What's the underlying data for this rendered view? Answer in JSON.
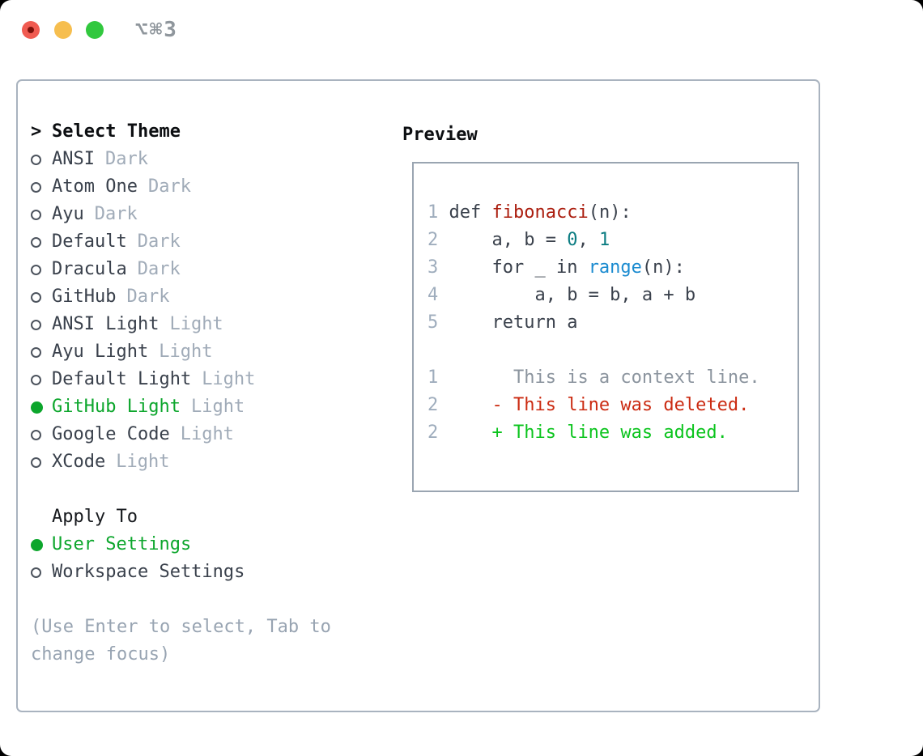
{
  "window": {
    "title": "⌥⌘3",
    "traffic_lights": [
      "close",
      "minimize",
      "zoom"
    ]
  },
  "theme_picker": {
    "prompt": ">",
    "header": "Select Theme",
    "items": [
      {
        "name": "ANSI",
        "variant": "Dark",
        "selected": false
      },
      {
        "name": "Atom One",
        "variant": "Dark",
        "selected": false
      },
      {
        "name": "Ayu",
        "variant": "Dark",
        "selected": false
      },
      {
        "name": "Default",
        "variant": "Dark",
        "selected": false
      },
      {
        "name": "Dracula",
        "variant": "Dark",
        "selected": false
      },
      {
        "name": "GitHub",
        "variant": "Dark",
        "selected": false
      },
      {
        "name": "ANSI Light",
        "variant": "Light",
        "selected": false
      },
      {
        "name": "Ayu Light",
        "variant": "Light",
        "selected": false
      },
      {
        "name": "Default Light",
        "variant": "Light",
        "selected": false
      },
      {
        "name": "GitHub Light",
        "variant": "Light",
        "selected": true
      },
      {
        "name": "Google Code",
        "variant": "Light",
        "selected": false
      },
      {
        "name": "XCode",
        "variant": "Light",
        "selected": false
      }
    ],
    "apply_to": {
      "header": "Apply To",
      "options": [
        {
          "label": "User Settings",
          "selected": true
        },
        {
          "label": "Workspace Settings",
          "selected": false
        }
      ]
    },
    "help": "(Use Enter to select, Tab to change focus)"
  },
  "preview": {
    "header": "Preview",
    "lines": [
      {
        "name": "code-line",
        "num": "1",
        "tokens": [
          {
            "t": "def ",
            "c": "fg"
          },
          {
            "t": "fibonacci",
            "c": "func"
          },
          {
            "t": "(n):",
            "c": "fg"
          }
        ]
      },
      {
        "name": "code-line",
        "num": "2",
        "tokens": [
          {
            "t": "    a, b = ",
            "c": "fg"
          },
          {
            "t": "0",
            "c": "lit"
          },
          {
            "t": ", ",
            "c": "fg"
          },
          {
            "t": "1",
            "c": "lit"
          }
        ]
      },
      {
        "name": "code-line",
        "num": "3",
        "tokens": [
          {
            "t": "    for _ in ",
            "c": "fg"
          },
          {
            "t": "range",
            "c": "call"
          },
          {
            "t": "(n):",
            "c": "fg"
          }
        ]
      },
      {
        "name": "code-line",
        "num": "4",
        "tokens": [
          {
            "t": "        a, b = b, a + b",
            "c": "fg"
          }
        ]
      },
      {
        "name": "code-line",
        "num": "5",
        "tokens": [
          {
            "t": "    return a",
            "c": "fg"
          }
        ]
      },
      {
        "name": "blank-line",
        "num": "",
        "tokens": []
      },
      {
        "name": "diff-context-line",
        "num": "1",
        "tokens": [
          {
            "t": "      This is a context line.",
            "c": "ctx"
          }
        ]
      },
      {
        "name": "diff-deleted-line",
        "num": "2",
        "tokens": [
          {
            "t": "    - This line was deleted.",
            "c": "del"
          }
        ]
      },
      {
        "name": "diff-added-line",
        "num": "2",
        "tokens": [
          {
            "t": "    + This line was added.",
            "c": "add"
          }
        ]
      }
    ]
  },
  "colors": {
    "accent-green": "#0ca62c",
    "added-green": "#0cc41e",
    "deleted-red": "#cb2b12",
    "function-red": "#ab1d0e",
    "number-teal": "#0b7c82",
    "call-blue": "#1b8bd0",
    "code-fg": "#3a414c",
    "item-fg": "#3a414c",
    "muted": "#a0abb8",
    "context-gray": "#8b949e",
    "line-number": "#9fadbd",
    "panel-border": "#a9b3bf",
    "box-border": "#9aa5b1",
    "help-gray": "#98a4b2",
    "title-gray": "#8f969c",
    "header-black": "#0c0e11",
    "radio-ring": "#4d545e",
    "traffic-red": "#f05b51",
    "traffic-red-dot": "#7c100a",
    "traffic-yellow": "#f6be4f",
    "traffic-green": "#31c83e"
  }
}
